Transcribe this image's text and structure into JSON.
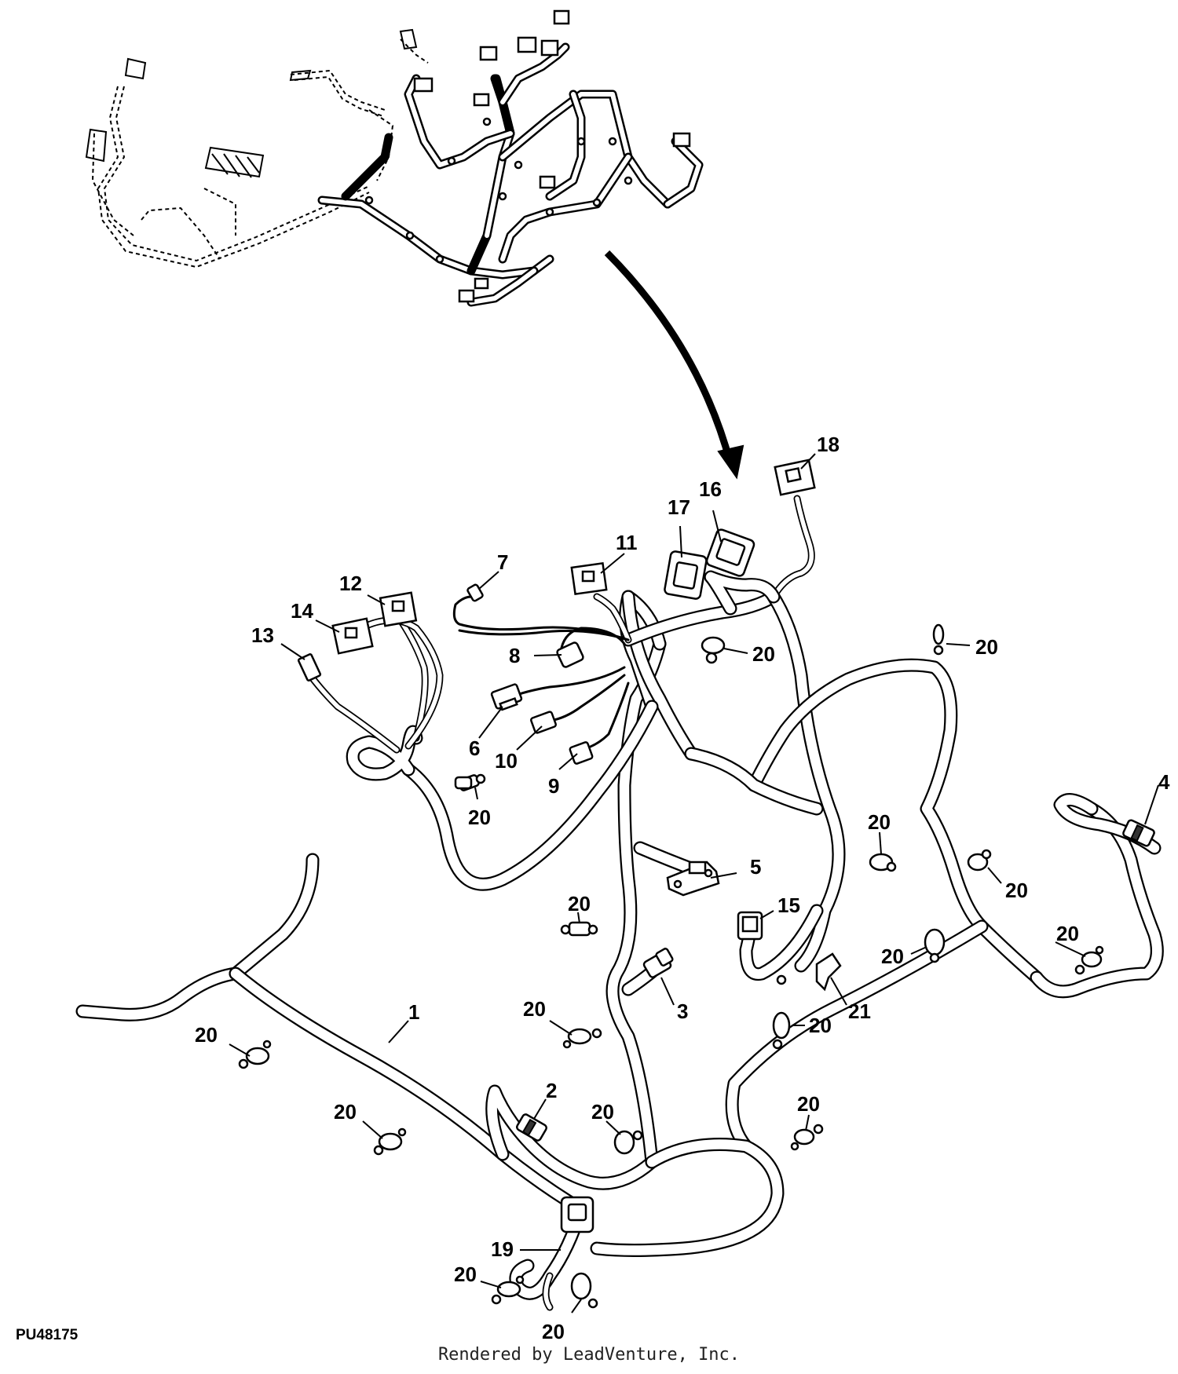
{
  "part_number": "PU48175",
  "credit": "Rendered by LeadVenture, Inc.",
  "callouts": [
    {
      "id": "c1",
      "label": "1"
    },
    {
      "id": "c2",
      "label": "2"
    },
    {
      "id": "c3",
      "label": "3"
    },
    {
      "id": "c4",
      "label": "4"
    },
    {
      "id": "c5",
      "label": "5"
    },
    {
      "id": "c6",
      "label": "6"
    },
    {
      "id": "c7",
      "label": "7"
    },
    {
      "id": "c8",
      "label": "8"
    },
    {
      "id": "c9",
      "label": "9"
    },
    {
      "id": "c10",
      "label": "10"
    },
    {
      "id": "c11",
      "label": "11"
    },
    {
      "id": "c12",
      "label": "12"
    },
    {
      "id": "c13",
      "label": "13"
    },
    {
      "id": "c14",
      "label": "14"
    },
    {
      "id": "c15",
      "label": "15"
    },
    {
      "id": "c16",
      "label": "16"
    },
    {
      "id": "c17",
      "label": "17"
    },
    {
      "id": "c18",
      "label": "18"
    },
    {
      "id": "c19",
      "label": "19"
    },
    {
      "id": "c21",
      "label": "21"
    },
    {
      "id": "c20a",
      "label": "20"
    },
    {
      "id": "c20b",
      "label": "20"
    },
    {
      "id": "c20c",
      "label": "20"
    },
    {
      "id": "c20d",
      "label": "20"
    },
    {
      "id": "c20e",
      "label": "20"
    },
    {
      "id": "c20f",
      "label": "20"
    },
    {
      "id": "c20g",
      "label": "20"
    },
    {
      "id": "c20h",
      "label": "20"
    },
    {
      "id": "c20i",
      "label": "20"
    },
    {
      "id": "c20j",
      "label": "20"
    },
    {
      "id": "c20k",
      "label": "20"
    },
    {
      "id": "c20l",
      "label": "20"
    },
    {
      "id": "c20m",
      "label": "20"
    },
    {
      "id": "c20n",
      "label": "20"
    },
    {
      "id": "c20o",
      "label": "20"
    },
    {
      "id": "c20p",
      "label": "20"
    },
    {
      "id": "c20q",
      "label": "20"
    }
  ]
}
